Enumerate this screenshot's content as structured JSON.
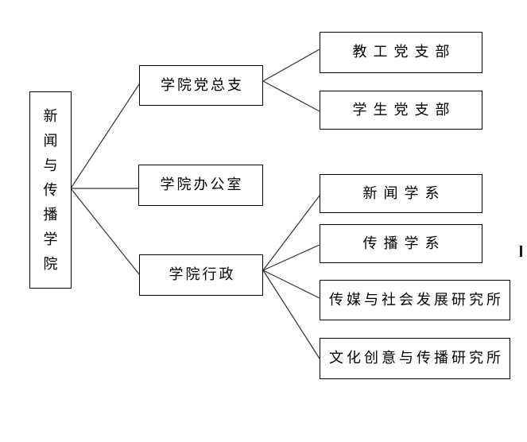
{
  "org": {
    "root": {
      "label": "新闻与传播学院"
    },
    "branches": [
      {
        "label": "学院党总支",
        "children": [
          {
            "label": "教工党支部"
          },
          {
            "label": "学生党支部"
          }
        ]
      },
      {
        "label": "学院办公室",
        "children": []
      },
      {
        "label": "学院行政",
        "children": [
          {
            "label": "新闻学系"
          },
          {
            "label": "传播学系"
          },
          {
            "label": "传媒与社会发展研究所"
          },
          {
            "label": "文化创意与传播研究所"
          }
        ]
      }
    ]
  },
  "colors": {
    "background": "#ffffff",
    "box_border": "#000000",
    "connector": "#303030",
    "text": "#000000"
  }
}
